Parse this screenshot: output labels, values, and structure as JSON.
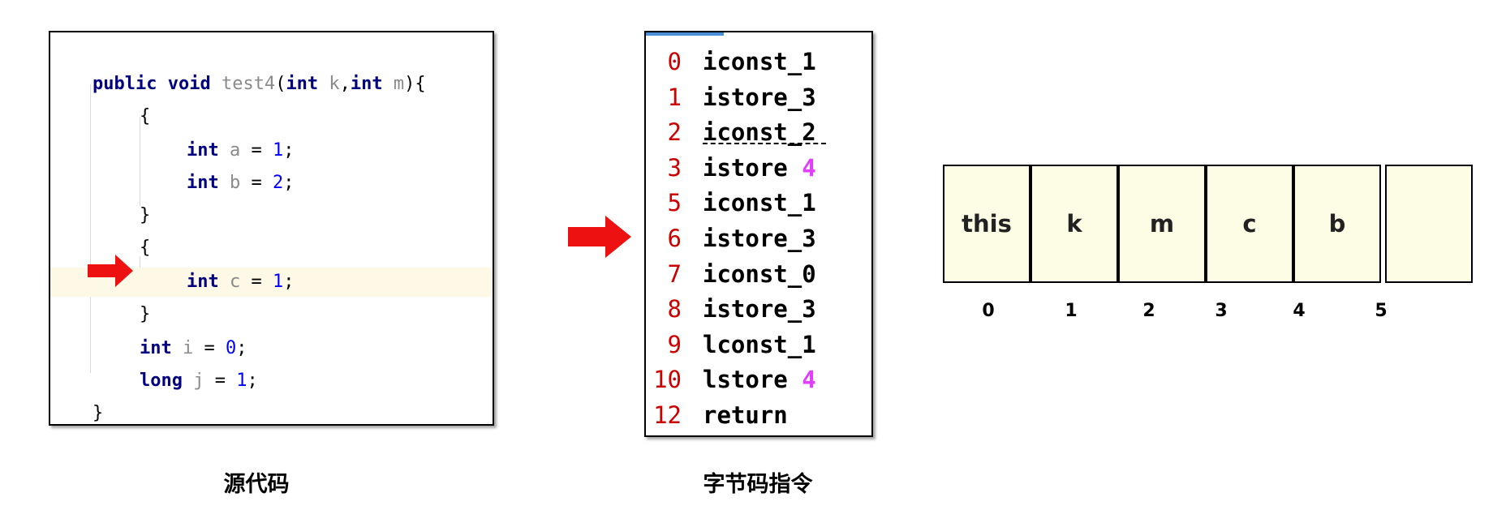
{
  "source_code": {
    "lines": [
      [
        {
          "t": "public void ",
          "c": "kw"
        },
        {
          "t": "test4",
          "c": "id"
        },
        {
          "t": "(",
          "c": "pl"
        },
        {
          "t": "int ",
          "c": "kw"
        },
        {
          "t": "k",
          "c": "id"
        },
        {
          "t": ",",
          "c": "pl"
        },
        {
          "t": "int ",
          "c": "kw"
        },
        {
          "t": "m",
          "c": "id"
        },
        {
          "t": "){",
          "c": "pl"
        }
      ],
      [
        {
          "t": "{",
          "c": "pl"
        }
      ],
      [
        {
          "t": "int ",
          "c": "kw"
        },
        {
          "t": "a",
          "c": "id"
        },
        {
          "t": " = ",
          "c": "pl"
        },
        {
          "t": "1",
          "c": "num"
        },
        {
          "t": ";",
          "c": "pl"
        }
      ],
      [
        {
          "t": "int ",
          "c": "kw"
        },
        {
          "t": "b",
          "c": "id"
        },
        {
          "t": " = ",
          "c": "pl"
        },
        {
          "t": "2",
          "c": "num"
        },
        {
          "t": ";",
          "c": "pl"
        }
      ],
      [
        {
          "t": "}",
          "c": "pl"
        }
      ],
      [
        {
          "t": "{",
          "c": "pl"
        }
      ],
      [
        {
          "t": "int ",
          "c": "kw"
        },
        {
          "t": "c",
          "c": "id"
        },
        {
          "t": " = ",
          "c": "pl"
        },
        {
          "t": "1",
          "c": "num"
        },
        {
          "t": ";",
          "c": "pl"
        }
      ],
      [
        {
          "t": "}",
          "c": "pl"
        }
      ],
      [
        {
          "t": "int ",
          "c": "kw"
        },
        {
          "t": "i",
          "c": "id"
        },
        {
          "t": " = ",
          "c": "pl"
        },
        {
          "t": "0",
          "c": "num"
        },
        {
          "t": ";",
          "c": "pl"
        }
      ],
      [
        {
          "t": "long ",
          "c": "kw"
        },
        {
          "t": "j",
          "c": "id"
        },
        {
          "t": " = ",
          "c": "pl"
        },
        {
          "t": "1",
          "c": "num"
        },
        {
          "t": ";",
          "c": "pl"
        }
      ],
      [
        {
          "t": "}",
          "c": "pl"
        }
      ]
    ],
    "highlighted_line": 6
  },
  "bytecode": [
    {
      "index": "0",
      "op": "iconst_1",
      "arg": ""
    },
    {
      "index": "1",
      "op": "istore_3",
      "arg": ""
    },
    {
      "index": "2",
      "op": "iconst_2",
      "arg": ""
    },
    {
      "index": "3",
      "op": "istore ",
      "arg": "4"
    },
    {
      "index": "5",
      "op": "iconst_1",
      "arg": ""
    },
    {
      "index": "6",
      "op": "istore_3",
      "arg": ""
    },
    {
      "index": "7",
      "op": "iconst_0",
      "arg": ""
    },
    {
      "index": "8",
      "op": "istore_3",
      "arg": ""
    },
    {
      "index": "9",
      "op": "lconst_1",
      "arg": ""
    },
    {
      "index": "10",
      "op": "lstore ",
      "arg": "4"
    },
    {
      "index": "12",
      "op": "return",
      "arg": ""
    }
  ],
  "local_variables": {
    "slots": [
      "this",
      "k",
      "m",
      "c",
      "b",
      ""
    ],
    "indices": [
      "0",
      "1",
      "2",
      "3",
      "4",
      "5"
    ]
  },
  "captions": {
    "source": "源代码",
    "bytecode": "字节码指令"
  },
  "colors": {
    "arrow": "#ee1111",
    "keyword": "#000080",
    "number": "#0000ff",
    "bytecode_index": "#cc0000",
    "bytecode_arg": "#e040fb",
    "slot_fill": "#fdfde6",
    "highlight_line": "#fdf9e6"
  },
  "icons": {
    "current_line_marker": "red-arrow-icon",
    "flow_arrow": "red-arrow-icon"
  }
}
